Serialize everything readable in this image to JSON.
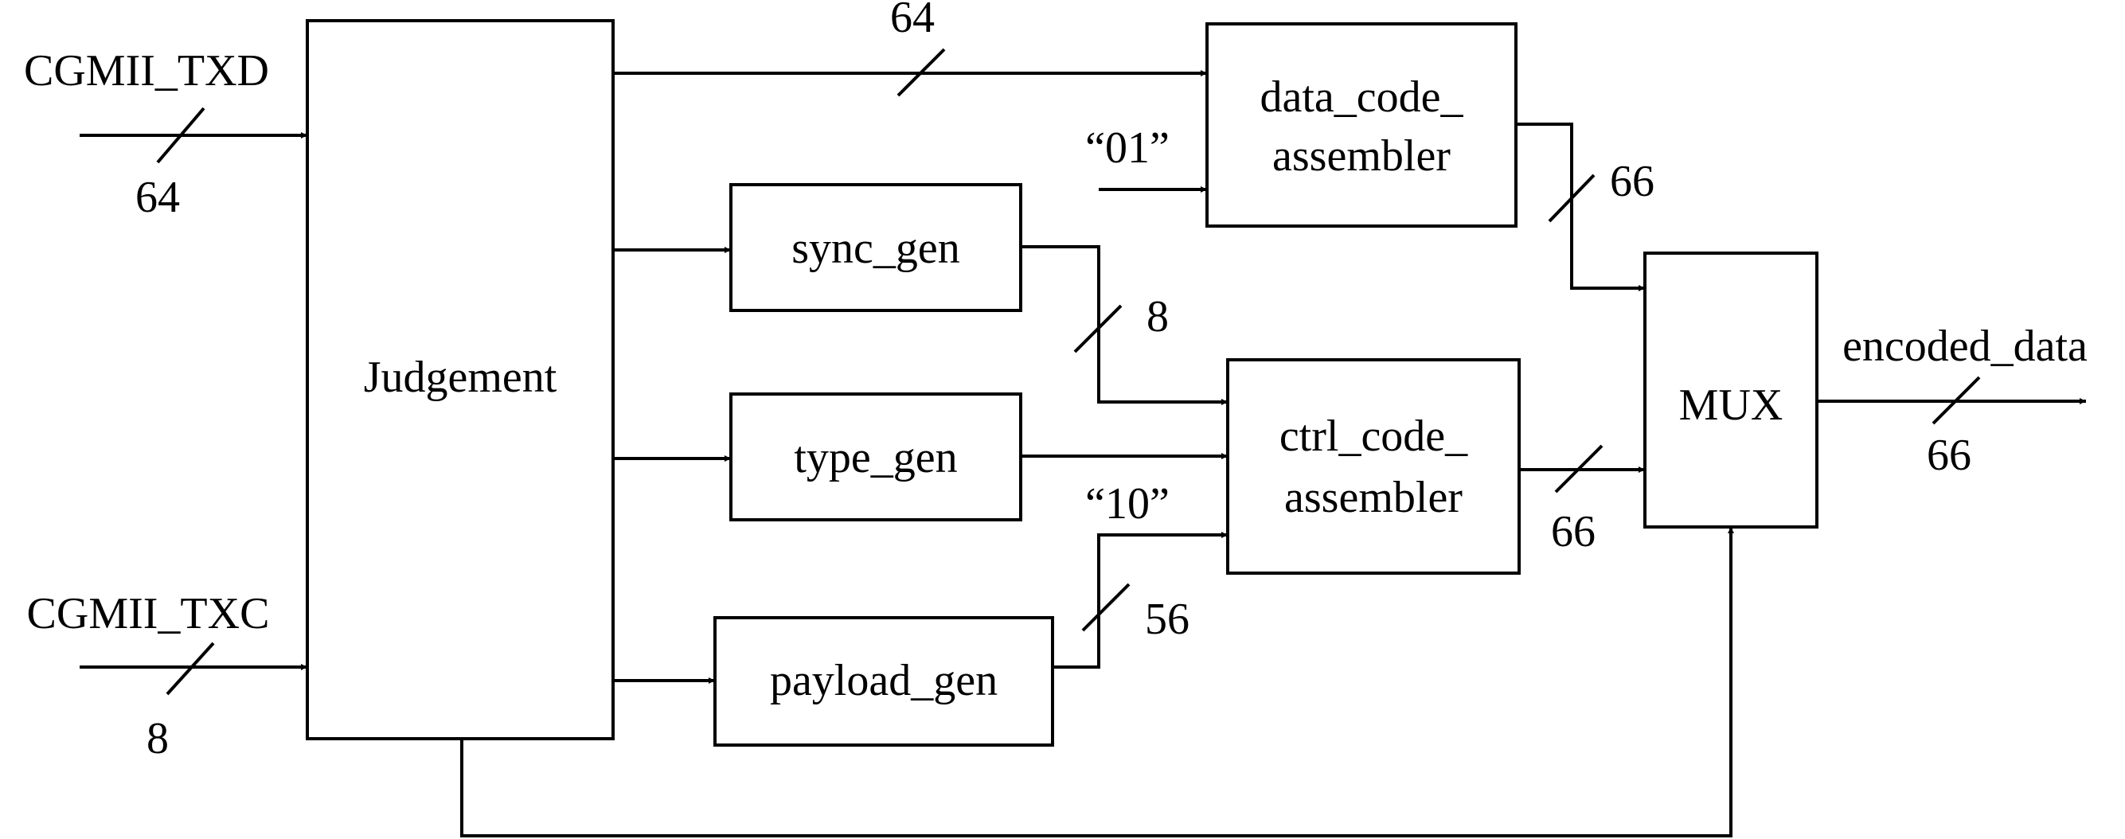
{
  "blocks": {
    "judgement": "Judgement",
    "sync_gen": "sync_gen",
    "type_gen": "type_gen",
    "payload_gen": "payload_gen",
    "data_code_assembler": [
      "data_code_",
      "assembler"
    ],
    "ctrl_code_assembler": [
      "ctrl_code_",
      "assembler"
    ],
    "mux": "MUX"
  },
  "signals": {
    "cgmii_txd": "CGMII_TXD",
    "cgmii_txc": "CGMII_TXC",
    "encoded_data": "encoded_data",
    "const_01": "“01”",
    "const_10": "“10”"
  },
  "bus_widths": {
    "txd_in": "64",
    "txc_in": "8",
    "judgement_to_data_asm": "64",
    "data_asm_out": "66",
    "sync_out": "8",
    "payload_out": "56",
    "ctrl_asm_out": "66",
    "encoded_out": "66"
  }
}
